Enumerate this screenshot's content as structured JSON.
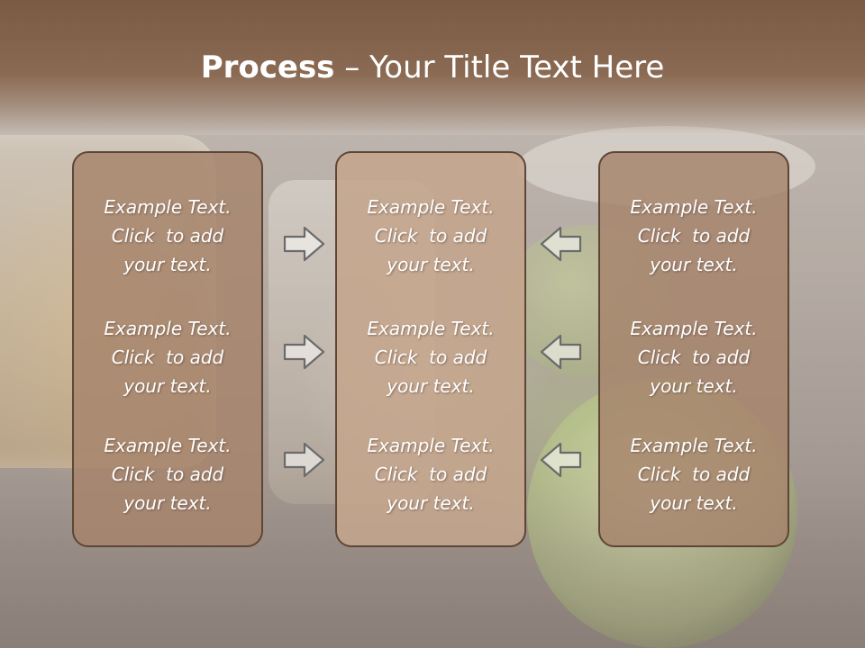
{
  "slide": {
    "title_bold": "Process",
    "title_rest": " – Your Title Text Here"
  },
  "columns": [
    {
      "items": [
        "Example Text.\nClick  to add\nyour text.",
        "Example Text.\nClick  to add\nyour text.",
        "Example Text.\nClick  to add\nyour text."
      ]
    },
    {
      "items": [
        "Example Text.\nClick  to add\nyour text.",
        "Example Text.\nClick  to add\nyour text.",
        "Example Text.\nClick  to add\nyour text."
      ]
    },
    {
      "items": [
        "Example Text.\nClick  to add\nyour text.",
        "Example Text.\nClick  to add\nyour text.",
        "Example Text.\nClick  to add\nyour text."
      ]
    }
  ],
  "arrows": {
    "left": [
      "arrow-right-icon",
      "arrow-right-icon",
      "arrow-right-icon"
    ],
    "right": [
      "arrow-left-icon",
      "arrow-left-icon",
      "arrow-left-icon"
    ]
  },
  "colors": {
    "title_band": "#7a5a44",
    "card_side": "#a6846b",
    "card_middle": "#c4a58c",
    "card_border": "#5e4636",
    "text": "#ffffff"
  }
}
